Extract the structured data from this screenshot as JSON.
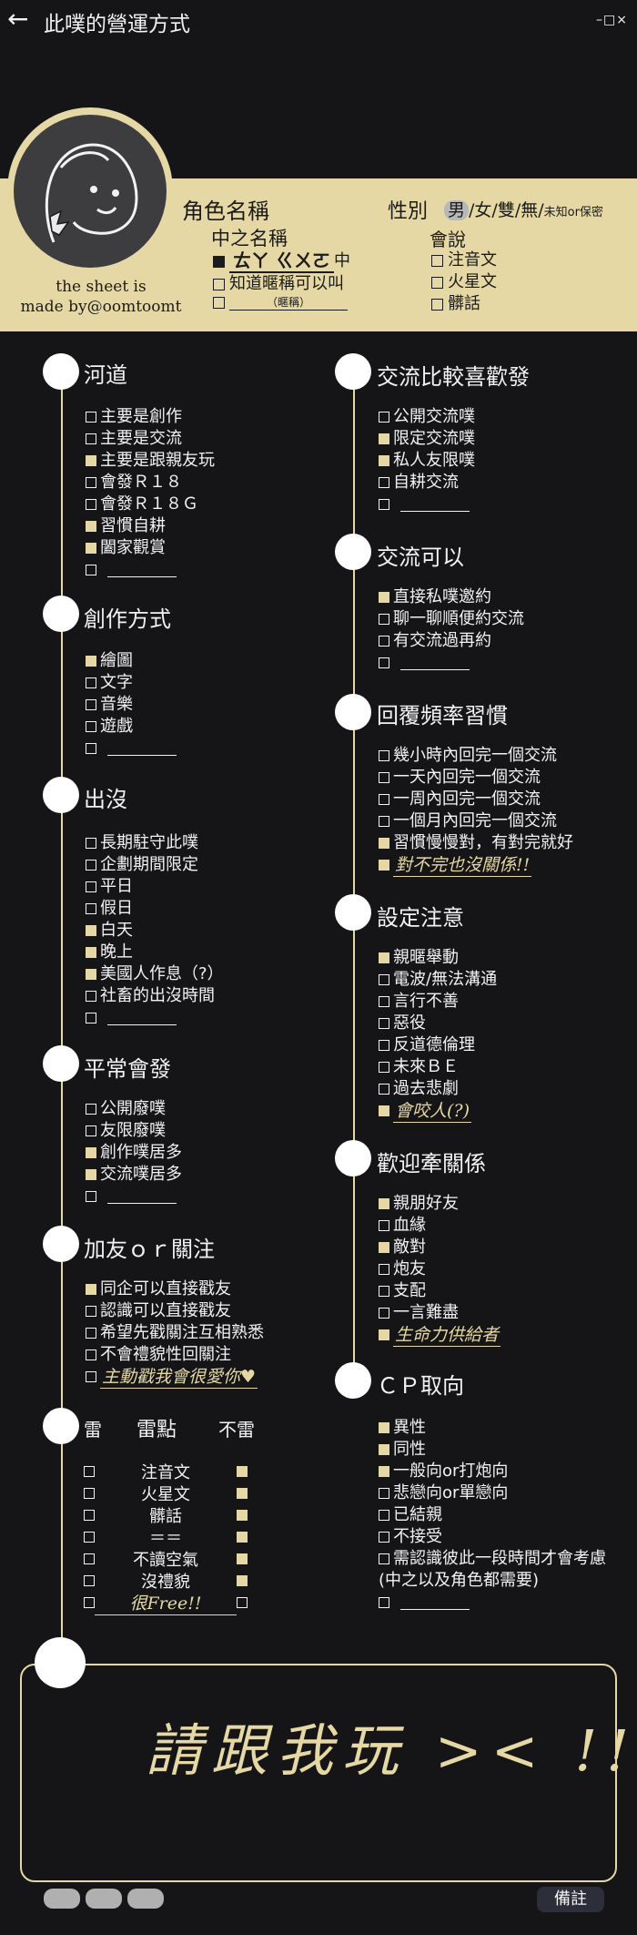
{
  "title": "此噗的營運方式",
  "window_controls": "–□×",
  "header": {
    "credit_line1": "the sheet is",
    "credit_line2": "made by@oomtoomt",
    "role_name_label": "角色名稱",
    "chinese_name_label": "中之名稱",
    "chinese_name_options": [
      {
        "text": "中",
        "handwritten": "ㄊㄚ ㄍㄨㄛ",
        "checked": true
      },
      {
        "text": "知道暱稱可以叫",
        "checked": false
      },
      {
        "text": "（暱稱）",
        "checked": false
      }
    ],
    "gender_label": "性別",
    "gender_options": {
      "highlighted": "男",
      "rest": "/女/雙/無/",
      "small": "未知or保密"
    },
    "language_label": "會說",
    "language_options": [
      {
        "text": "注音文",
        "checked": false
      },
      {
        "text": "火星文",
        "checked": false
      },
      {
        "text": "髒話",
        "checked": false
      }
    ]
  },
  "sections": {
    "river": {
      "title": "河道",
      "items": [
        {
          "text": "主要是創作",
          "checked": false
        },
        {
          "text": "主要是交流",
          "checked": false
        },
        {
          "text": "主要是跟親友玩",
          "checked": true
        },
        {
          "text": "會發Ｒ１８",
          "checked": false
        },
        {
          "text": "會發Ｒ１８Ｇ",
          "checked": false
        },
        {
          "text": "習慣自耕",
          "checked": true
        },
        {
          "text": "闔家觀賞",
          "checked": true
        },
        {
          "text": "",
          "checked": false,
          "blank": true
        }
      ]
    },
    "creation": {
      "title": "創作方式",
      "items": [
        {
          "text": "繪圖",
          "checked": true
        },
        {
          "text": "文字",
          "checked": false
        },
        {
          "text": "音樂",
          "checked": false
        },
        {
          "text": "遊戲",
          "checked": false
        },
        {
          "text": "",
          "checked": false,
          "blank": true
        }
      ]
    },
    "appear": {
      "title": "出沒",
      "items": [
        {
          "text": "長期駐守此噗",
          "checked": false
        },
        {
          "text": "企劃期間限定",
          "checked": false
        },
        {
          "text": "平日",
          "checked": false
        },
        {
          "text": "假日",
          "checked": false
        },
        {
          "text": "白天",
          "checked": true
        },
        {
          "text": "晚上",
          "checked": true
        },
        {
          "text": "美國人作息（?）",
          "checked": true
        },
        {
          "text": "社畜的出沒時間",
          "checked": false
        },
        {
          "text": "",
          "checked": false,
          "blank": true
        }
      ]
    },
    "usually": {
      "title": "平常會發",
      "items": [
        {
          "text": "公開廢噗",
          "checked": false
        },
        {
          "text": "友限廢噗",
          "checked": false
        },
        {
          "text": "創作噗居多",
          "checked": true
        },
        {
          "text": "交流噗居多",
          "checked": true
        },
        {
          "text": "",
          "checked": false,
          "blank": true
        }
      ]
    },
    "follow": {
      "title": "加友ｏｒ關注",
      "items": [
        {
          "text": "同企可以直接戳友",
          "checked": true
        },
        {
          "text": "認識可以直接戳友",
          "checked": false
        },
        {
          "text": "希望先戳關注互相熟悉",
          "checked": false
        },
        {
          "text": "不會禮貌性回關注",
          "checked": false
        },
        {
          "text": "",
          "checked": false,
          "hand": "主動戳我會很愛你♥"
        }
      ]
    },
    "thunder": {
      "left_label": "雷",
      "mid_label": "雷點",
      "right_label": "不雷",
      "rows": [
        {
          "text": "注音文",
          "left": false,
          "right": true
        },
        {
          "text": "火星文",
          "left": false,
          "right": true
        },
        {
          "text": "髒話",
          "left": false,
          "right": true
        },
        {
          "text": "＝＝",
          "left": false,
          "right": true
        },
        {
          "text": "不讀空氣",
          "left": false,
          "right": true
        },
        {
          "text": "沒禮貌",
          "left": false,
          "right": true
        },
        {
          "text": "",
          "hand": "很Free!!",
          "left": false,
          "right": false
        }
      ]
    },
    "exchange_pref": {
      "title": "交流比較喜歡發",
      "items": [
        {
          "text": "公開交流噗",
          "checked": false
        },
        {
          "text": "限定交流噗",
          "checked": true
        },
        {
          "text": "私人友限噗",
          "checked": true
        },
        {
          "text": "自耕交流",
          "checked": false
        },
        {
          "text": "",
          "checked": false,
          "blank": true
        }
      ]
    },
    "exchange_ok": {
      "title": "交流可以",
      "items": [
        {
          "text": "直接私噗邀約",
          "checked": true
        },
        {
          "text": "聊一聊順便約交流",
          "checked": false
        },
        {
          "text": "有交流過再約",
          "checked": false
        },
        {
          "text": "",
          "checked": false,
          "blank": true
        }
      ]
    },
    "reply": {
      "title": "回覆頻率習慣",
      "items": [
        {
          "text": "幾小時內回完一個交流",
          "checked": false
        },
        {
          "text": "一天內回完一個交流",
          "checked": false
        },
        {
          "text": "一周內回完一個交流",
          "checked": false
        },
        {
          "text": "一個月內回完一個交流",
          "checked": false
        },
        {
          "text": "習慣慢慢對，有對完就好",
          "checked": true
        },
        {
          "text": "",
          "checked": true,
          "hand": "對不完也沒關係!!"
        }
      ]
    },
    "setting": {
      "title": "設定注意",
      "items": [
        {
          "text": "親暱舉動",
          "checked": true
        },
        {
          "text": "電波/無法溝通",
          "checked": false
        },
        {
          "text": "言行不善",
          "checked": false
        },
        {
          "text": "惡役",
          "checked": false
        },
        {
          "text": "反道德倫理",
          "checked": false
        },
        {
          "text": "未來ＢＥ",
          "checked": false
        },
        {
          "text": "過去悲劇",
          "checked": false
        },
        {
          "text": "",
          "checked": true,
          "hand": "會咬人(?)"
        }
      ]
    },
    "relation": {
      "title": "歡迎牽關係",
      "items": [
        {
          "text": "親朋好友",
          "checked": true
        },
        {
          "text": "血緣",
          "checked": false
        },
        {
          "text": "敵對",
          "checked": true
        },
        {
          "text": "炮友",
          "checked": false
        },
        {
          "text": "支配",
          "checked": false
        },
        {
          "text": "一言難盡",
          "checked": false
        },
        {
          "text": "",
          "checked": true,
          "hand": "生命力供給者"
        }
      ]
    },
    "cp": {
      "title": "ＣＰ取向",
      "items": [
        {
          "text": "異性",
          "checked": true
        },
        {
          "text": "同性",
          "checked": true
        },
        {
          "text": "一般向or打炮向",
          "checked": true
        },
        {
          "text": "悲戀向or單戀向",
          "checked": false
        },
        {
          "text": "已結親",
          "checked": false
        },
        {
          "text": "不接受",
          "checked": false
        },
        {
          "text": "需認識彼此一段時間才會考慮",
          "checked": false
        },
        {
          "text": "(中之以及角色都需要)",
          "nobox": true
        },
        {
          "text": "",
          "checked": false,
          "blank": true
        }
      ]
    }
  },
  "remark_text": "請跟我玩 >< !!",
  "note_button": "備註",
  "colors": {
    "background": "#151518",
    "accent": "#e6d8a4",
    "text": "#f2f2f2"
  }
}
